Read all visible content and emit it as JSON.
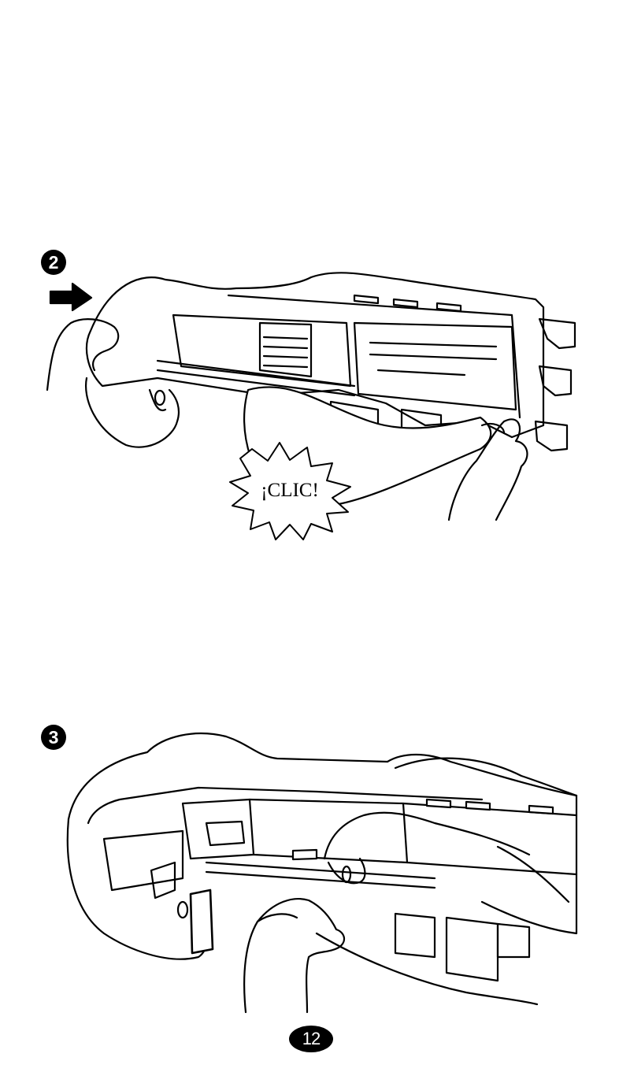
{
  "steps": [
    {
      "number": "2",
      "callout": "¡CLIC!"
    },
    {
      "number": "3"
    }
  ],
  "page_number": "12",
  "colors": {
    "ink": "#000000",
    "paper": "#ffffff"
  }
}
